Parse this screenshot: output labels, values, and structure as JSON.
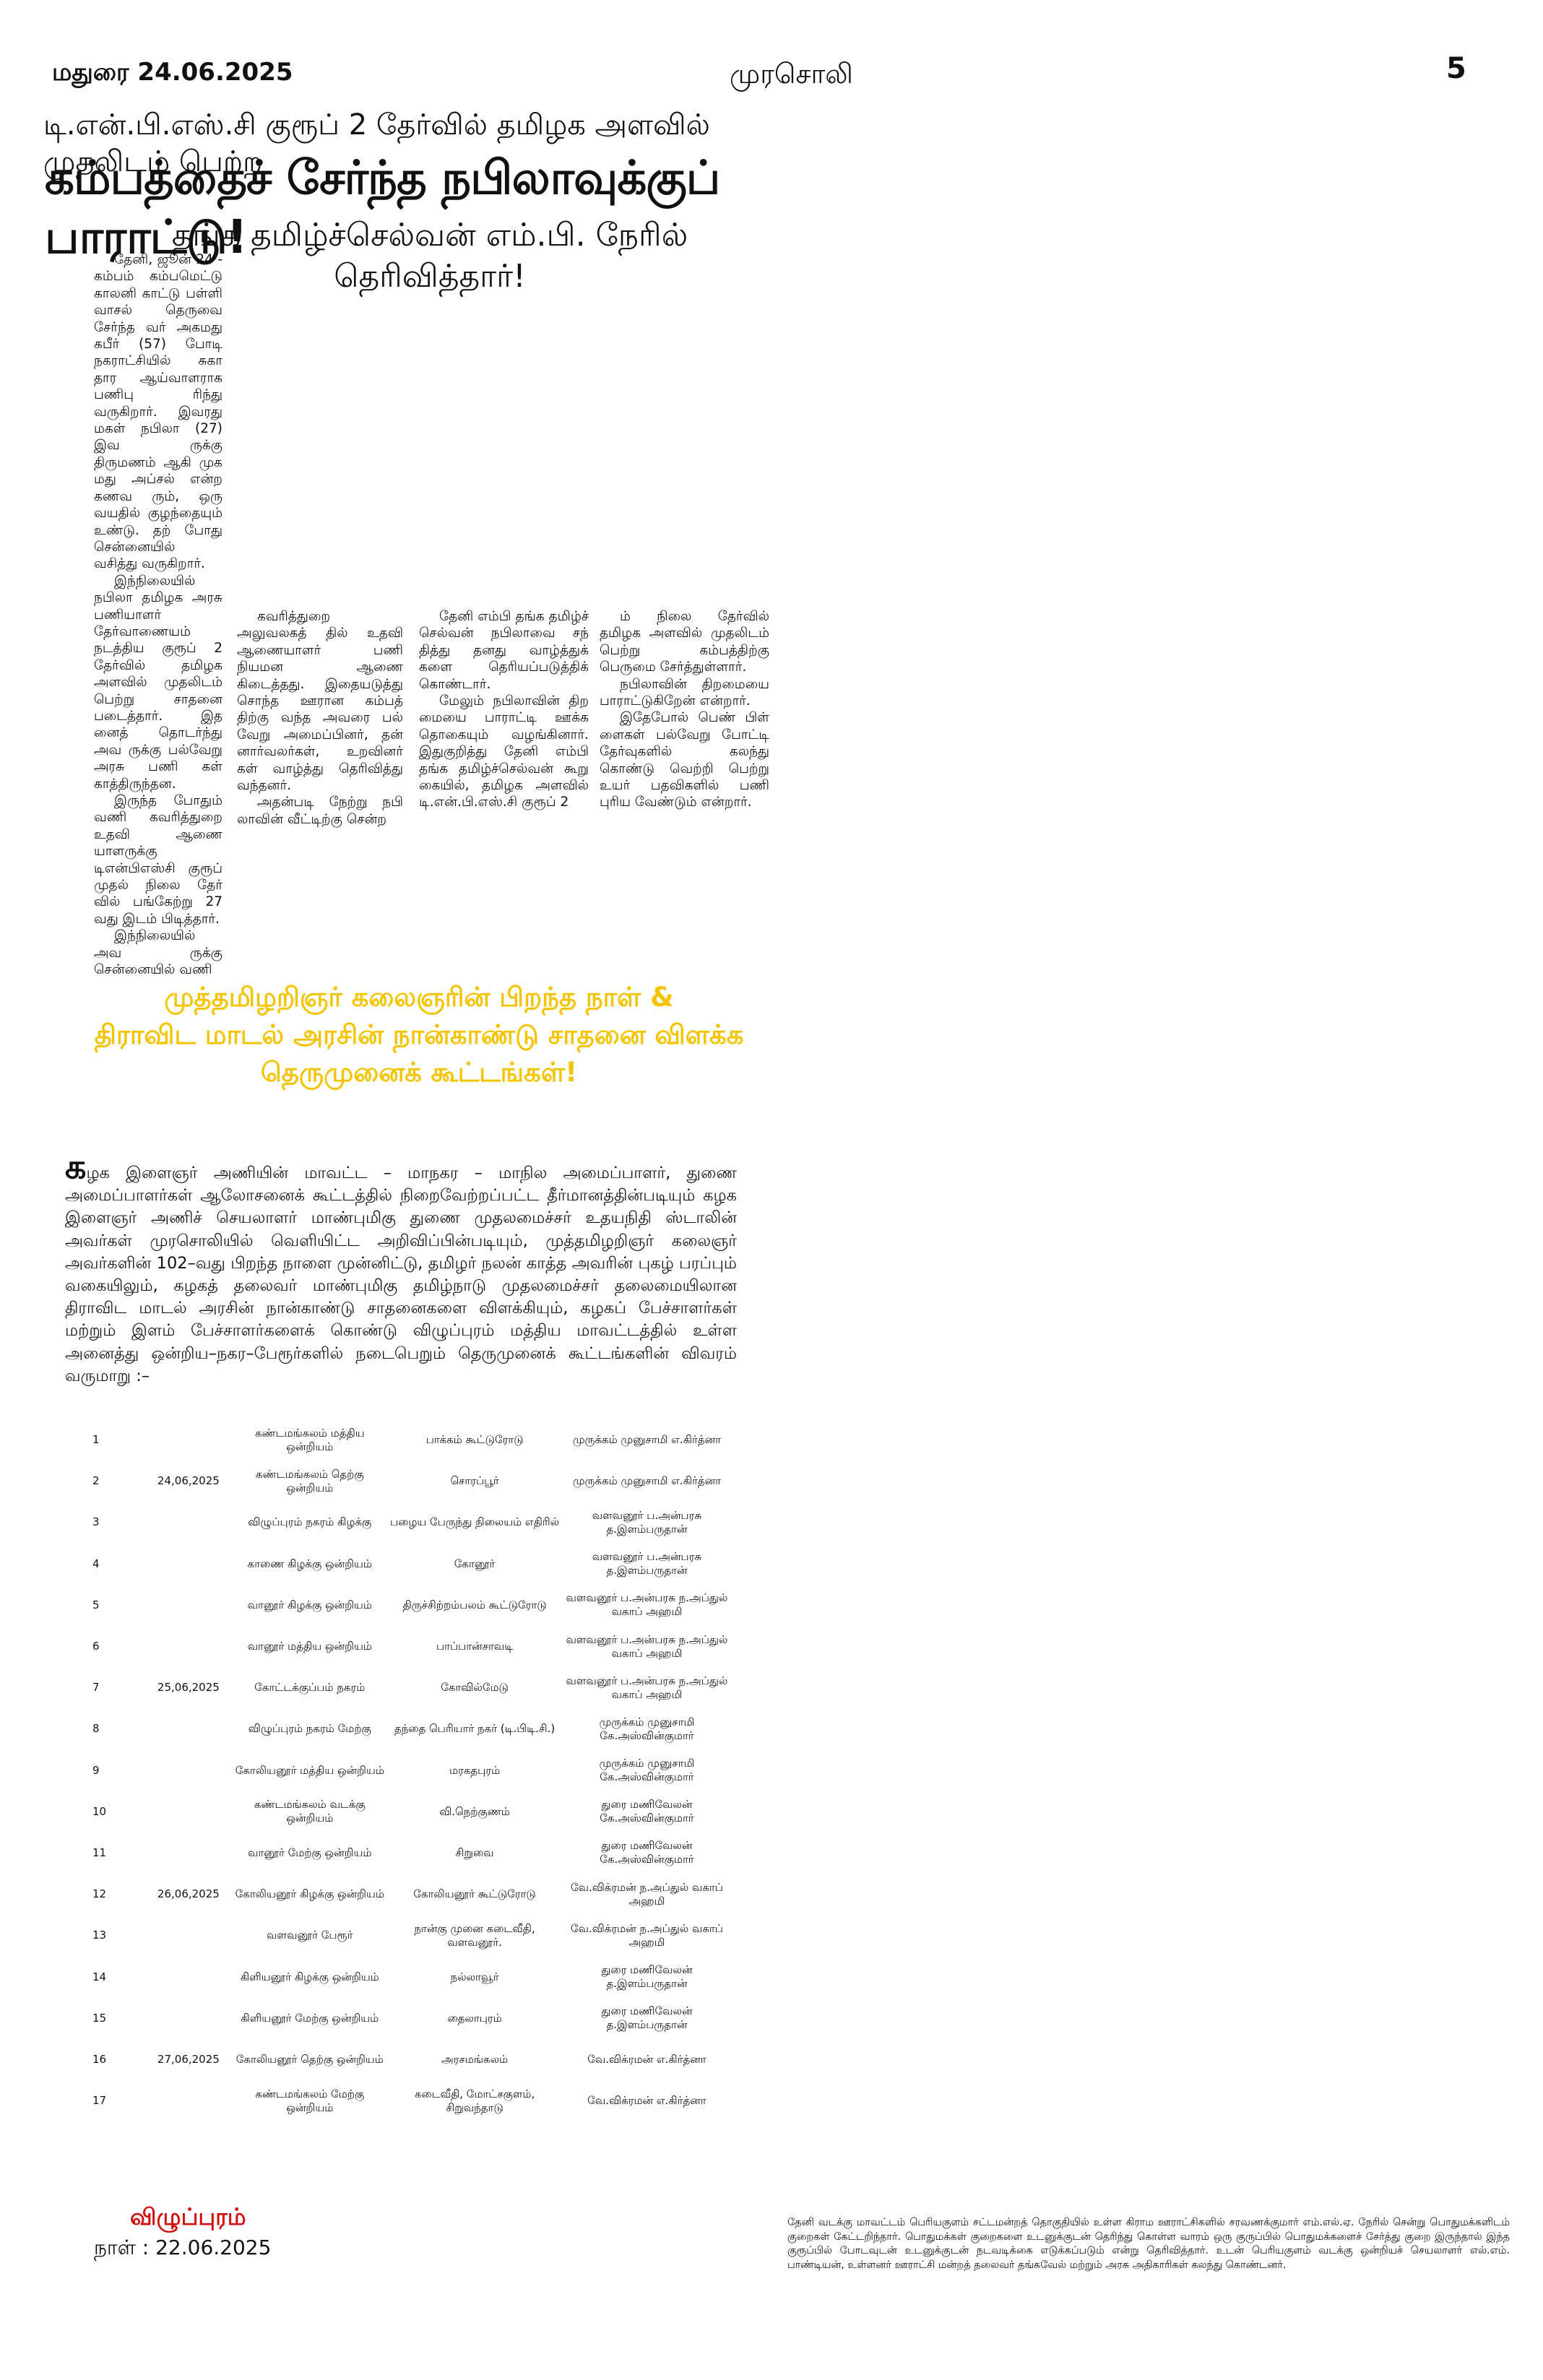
{
  "header": {
    "edition": "மதுரை  24.06.2025",
    "paper": "முரசொலி",
    "page": "5"
  },
  "article": {
    "kicker": "டி.என்.பி.எஸ்.சி குரூப் 2 தேர்வில் தமிழக அளவில் முதலிடம் பெற்ற",
    "headline": "கம்பத்தைச் சேர்ந்த நபிலாவுக்குப் பாராட்டு!",
    "subheadline": "தங்க தமிழ்ச்செல்வன் எம்.பி. நேரில் தெரிவித்தார்!",
    "col1": [
      "தேனி, ஜூன் 24 - கம்பம் கம்பமெட்டு காலனி காட்டு பள்ளி வாசல் தெருவை சேர்ந்த வர் அகமது கபீர் (57) போடி நகராட்சியில் சுகா தார ஆய்வாளராக பணிபு ரிந்து வருகிறார். இவரது மகள் நபிலா (27) இவ ருக்கு திருமணம் ஆகி முக மது அப்சல் என்ற கணவ ரும், ஒரு வயதில் குழந்தையும் உண்டு. தற் போது சென்னையில் வசித்து வருகிறார்.",
      "இந்நிலையில் நபிலா தமிழக அரசு பணியாளர் தேர்வாணையம் நடத்திய குரூப் 2 தேர்வில் தமிழக அளவில் முதலிடம் பெற்று சாதனை படைத்தார். இத னைத் தொடர்ந்து அவ ருக்கு பல்வேறு அரசு பணி கள் காத்திருந்தன.",
      "இருந்த போதும் வணி கவரித்துறை உதவி ஆணை யாளருக்கு டிஎன்பிஎஸ்சி குரூப் முதல் நிலை தேர் வில் பங்கேற்று 27 வது இடம் பிடித்தார்.",
      "இந்நிலையில் அவ ருக்கு சென்னையில் வணி"
    ],
    "col2": [
      "கவரித்துறை அலுவலகத் தில் உதவி ஆணையாளர் பணி நியமன ஆணை கிடைத்தது. இதையடுத்து சொந்த ஊரான கம்பத் திற்கு வந்த அவரை பல் வேறு அமைப்பினர், தன் னார்வலர்கள், உறவினர் கள் வாழ்த்து தெரிவித்து வந்தனர்.",
      "அதன்படி நேற்று நபி லாவின் வீட்டிற்கு சென்ற"
    ],
    "col3": [
      "தேனி எம்பி தங்க தமிழ்ச் செல்வன் நபிலாவை சந் தித்து தனது வாழ்த்துக் களை தெரியப்படுத்திக் கொண்டார்.",
      "மேலும் நபிலாவின் திற மையை பாராட்டி ஊக்க தொகையும் வழங்கினார். இதுகுறித்து தேனி எம்பி தங்க தமிழ்ச்செல்வன் கூறு கையில், தமிழக அளவில் டி.என்.பி.எஸ்.சி குரூப் 2"
    ],
    "col4": [
      "ம் நிலை தேர்வில் தமிழக அளவில் முதலிடம் பெற்று கம்பத்திற்கு பெருமை சேர்த்துள்ளார்.",
      "நபிலாவின் திறமையை பாராட்டுகிறேன் என்றார்.",
      "இதேபோல் பெண் பிள் ளைகள் பல்வேறு போட்டி தேர்வுகளில் கலந்து கொண்டு வெற்றி பெற்று உயர் பதவிகளில் பணி புரிய வேண்டும் என்றார்."
    ]
  },
  "announcement": {
    "heading_lines": [
      "முத்தமிழறிஞர் கலைஞரின் பிறந்த நாள் &",
      "திராவிட மாடல் அரசின் நான்காண்டு சாதனை விளக்க",
      "தெருமுனைக் கூட்டங்கள்!"
    ],
    "dropcap": "க",
    "body": "ழக இளைஞர் அணியின் மாவட்ட – மாநகர – மாநில அமைப்பாளர், துணை அமைப்பாளர்கள் ஆலோசனைக் கூட்டத்தில் நிறைவேற்றப்பட்ட தீர்மானத்தின்படியும் கழக இளைஞர் அணிச் செயலாளர் மாண்புமிகு துணை முதலமைச்சர் உதயநிதி ஸ்டாலின் அவர்கள் முரசொலியில் வெளியிட்ட அறிவிப்பின்படியும், முத்தமிழறிஞர் கலைஞர் அவர்களின் 102–வது பிறந்த நாளை முன்னிட்டு, தமிழர் நலன் காத்த அவரின் புகழ் பரப்பும் வகையிலும், கழகத் தலைவர் மாண்புமிகு தமிழ்நாடு முதலமைச்சர் தலைமையிலான திராவிட மாடல் அரசின் நான்காண்டு சாதனைகளை விளக்கியும், கழகப் பேச்சாளர்கள் மற்றும் இளம் பேச்சாளர்களைக் கொண்டு விழுப்புரம் மத்திய மாவட்டத்தில் உள்ள அனைத்து ஒன்றிய–நகர–பேரூர்களில் நடைபெறும் தெருமுனைக் கூட்டங்களின் விவரம் வருமாறு :–"
  },
  "schedule": {
    "rows": [
      {
        "no": "1",
        "date": "",
        "union": "கண்டமங்கலம் மத்திய ஒன்றியம்",
        "place": "பாக்கம் கூட்டுரோடு",
        "speakers": "முருக்கம் முனுசாமி எ.கிர்த்னா"
      },
      {
        "no": "2",
        "date": "24,06,2025",
        "union": "கண்டமங்கலம் தெற்கு ஒன்றியம்",
        "place": "சொரப்பூர்",
        "speakers": "முருக்கம் முனுசாமி எ.கிர்த்னா"
      },
      {
        "no": "3",
        "date": "",
        "union": "விழுப்புரம் நகரம் கிழக்கு",
        "place": "பழைய பேருந்து நிலையம் எதிரில்",
        "speakers": "வளவனூர் ப.அன்பரசு த.இளம்பருதான்"
      },
      {
        "no": "4",
        "date": "",
        "union": "காணை கிழக்கு ஒன்றியம்",
        "place": "கோனூர்",
        "speakers": "வளவனூர் ப.அன்பரசு த.இளம்பருதான்"
      },
      {
        "no": "5",
        "date": "",
        "union": "வானூர் கிழக்கு ஒன்றியம்",
        "place": "திருச்சிற்றம்பலம் கூட்டுரோடு",
        "speakers": "வளவனூர் ப.அன்பரசு ந.அப்துல் வகாப் அஹமி"
      },
      {
        "no": "6",
        "date": "",
        "union": "வானூர் மத்திய ஒன்றியம்",
        "place": "பாப்பான்சாவடி",
        "speakers": "வளவனூர் ப.அன்பரசு ந.அப்துல் வகாப் அஹமி"
      },
      {
        "no": "7",
        "date": "25,06,2025",
        "union": "கோட்டக்குப்பம் நகரம்",
        "place": "கோவில்மேடு",
        "speakers": "வளவனூர் ப.அன்பரசு ந.அப்துல் வகாப் அஹமி"
      },
      {
        "no": "8",
        "date": "",
        "union": "விழுப்புரம் நகரம் மேற்கு",
        "place": "தந்தை பெரியார் நகர் (டி.பிடி.சி.)",
        "speakers": "முருக்கம் முனுசாமி கே.அஸ்வின்குமார்"
      },
      {
        "no": "9",
        "date": "",
        "union": "கோலியனூர் மத்திய ஒன்றியம்",
        "place": "மரகதபுரம்",
        "speakers": "முருக்கம் முனுசாமி கே.அஸ்வின்குமார்"
      },
      {
        "no": "10",
        "date": "",
        "union": "கண்டமங்கலம் வடக்கு ஒன்றியம்",
        "place": "வி.நெற்குணம்",
        "speakers": "துரை மணிவேலன் கே.அஸ்வின்குமார்"
      },
      {
        "no": "11",
        "date": "",
        "union": "வானூர் மேற்கு ஒன்றியம்",
        "place": "சிறுவை",
        "speakers": "துரை மணிவேலன் கே.அஸ்வின்குமார்"
      },
      {
        "no": "12",
        "date": "26,06,2025",
        "union": "கோலியனூர் கிழக்கு ஒன்றியம்",
        "place": "கோலியனூர் கூட்டுரோடு",
        "speakers": "வே.விக்ரமன் ந.அப்துல் வகாப் அஹமி"
      },
      {
        "no": "13",
        "date": "",
        "union": "வளவனூர் பேரூர்",
        "place": "நான்கு முனை கடைவீதி, வளவனூர்.",
        "speakers": "வே.விக்ரமன் ந.அப்துல் வகாப் அஹமி"
      },
      {
        "no": "14",
        "date": "",
        "union": "கிளியனூர் கிழக்கு ஒன்றியம்",
        "place": "நல்லாவூர்",
        "speakers": "துரை மணிவேலன் த.இளம்பருதான்"
      },
      {
        "no": "15",
        "date": "",
        "union": "கிளியனூர் மேற்கு ஒன்றியம்",
        "place": "தைலாபுரம்",
        "speakers": "துரை மணிவேலன் த.இளம்பருதான்"
      },
      {
        "no": "16",
        "date": "27,06,2025",
        "union": "கோலியனூர் தெற்கு ஒன்றியம்",
        "place": "அரசமங்கலம்",
        "speakers": "வே.விக்ரமன் எ.கிர்த்னா"
      },
      {
        "no": "17",
        "date": "",
        "union": "கண்டமங்கலம் மேற்கு ஒன்றியம்",
        "place": "கடைவீதி, மோட்சகுளம், சிறுவந்தாடு",
        "speakers": "வே.விக்ரமன் எ.கிர்த்னா"
      }
    ]
  },
  "footer": {
    "district": "விழுப்புரம்",
    "date": "நாள் : 22.06.2025",
    "caption": "தேனி வடக்கு மாவட்டம் பெரியகுளம் சட்டமன்றத் தொகுதியில் உள்ள கிராம ஊராட்சிகளில் சரவணக்குமார் எம்.எல்.ஏ. நேரில் சென்று பொதுமக்களிடம் குறைகள் கேட்டறிந்தார். பொதுமக்கள் குறைகளை உடனுக்குடன் தெரிந்து கொள்ள வாரம் ஒரு குருப்பில் பொதுமக்களைச் சேர்த்து குறை இருந்தால் இந்த குரூப்பில் போடவுடன் உடனுக்குடன் நடவடிக்கை எடுக்கப்படும் என்று தெரிவித்தார். உடன் பெரியகுளம் வடக்கு ஒன்றியச் செயலாளர் எல்.எம். பாண்டியன், உள்ளனர் ஊராட்சி மன்றத் தலைவர் தங்கவேல் மற்றும் அரசு அதிகாரிகள் கலந்து கொண்டனர்."
  }
}
